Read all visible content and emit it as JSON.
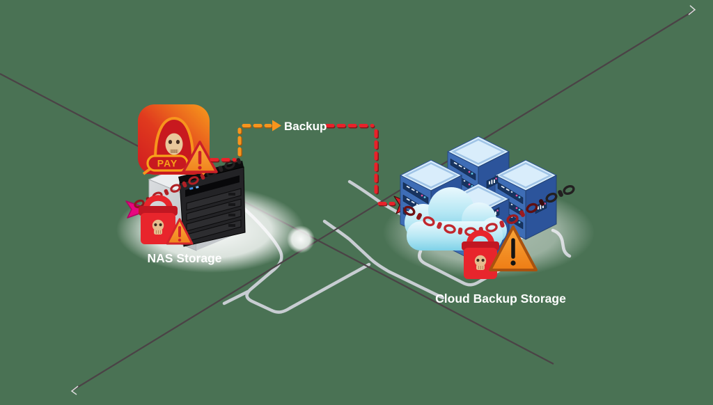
{
  "labels": {
    "backup_edge": "Backup",
    "nas_node": "NAS Storage",
    "cloud_node": "Cloud Backup Storage",
    "ransom_banner": "PAY"
  },
  "diagram": {
    "nodes": [
      {
        "id": "nas",
        "label": "NAS Storage",
        "icon": "nas-server-icon",
        "overlays": [
          "ransomware-pay-icon",
          "warning-triangle-icon",
          "chain-icon",
          "ransom-skull-padlock-icon",
          "attack-arrow-icon"
        ]
      },
      {
        "id": "cloud",
        "label": "Cloud Backup Storage",
        "icon": "cloud-servers-icon",
        "overlays": [
          "chain-icon",
          "ransom-skull-padlock-icon",
          "warning-triangle-icon",
          "attack-arrowhead-icon"
        ]
      }
    ],
    "edges": [
      {
        "from": "nas",
        "to": "cloud",
        "label": "Backup",
        "style": "dashed",
        "colors": [
          "#f7941d",
          "#e8222a"
        ]
      }
    ]
  },
  "colors": {
    "background": "#4a7254",
    "backup_path_orange": "#f7941d",
    "backup_path_red": "#e8222a",
    "chain_red": "#c1272d",
    "chain_black": "#242021",
    "padlock_red": "#e8252c",
    "warning_orange": "#f79a1d",
    "server_blue": "#3e6db6",
    "cloud_blue": "#9fdcef",
    "network_line_gray": "#c8cdd2",
    "diagonal_line_dark": "#4b4246",
    "label_text": "#ffffff"
  }
}
